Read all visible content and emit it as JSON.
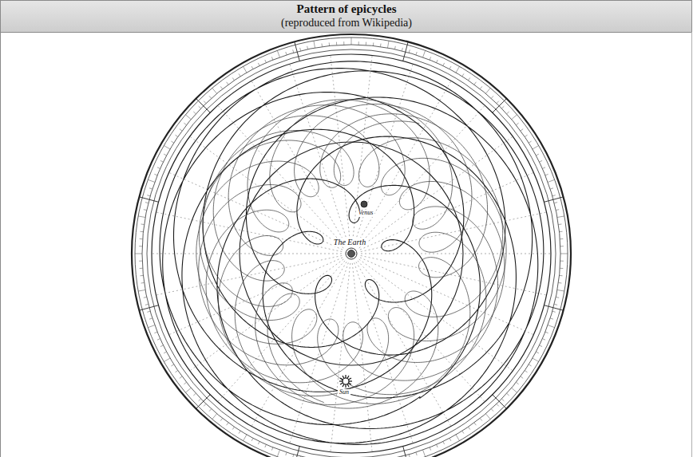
{
  "diagram": {
    "title": "Pattern of epicycles",
    "labels": [
      "(reproduced from Wikipedia)",
      "The Earth",
      "Venus",
      "Sun"
    ]
  }
}
